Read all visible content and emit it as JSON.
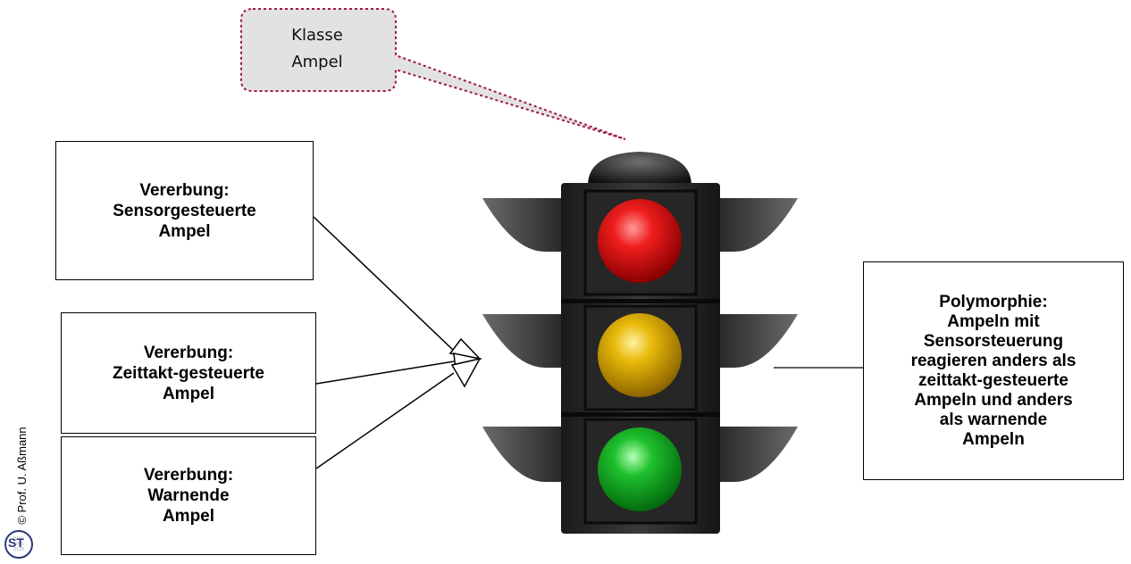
{
  "callout": {
    "text": "Klasse\nAmpel"
  },
  "boxes": {
    "sensor": "Vererbung:\nSensorgesteuerte\nAmpel",
    "zeittakt": "Vererbung:\nZeittakt-gesteuerte\nAmpel",
    "warnend": "Vererbung:\nWarnende\nAmpel",
    "polymorphie": "Polymorphie:\nAmpeln mit\nSensorsteuerung\nreagieren anders als\nzeittakt-gesteuerte\nAmpeln und anders\nals warnende\nAmpeln"
  },
  "footer": {
    "copyright": "© Prof. U. Aßmann",
    "logo_text": "ST"
  },
  "colors": {
    "red_lamp": "#e21b1b",
    "yellow_lamp": "#e5b90c",
    "green_lamp": "#1fb52c",
    "callout_border": "#a01840",
    "callout_fill": "#e2e2e2"
  }
}
